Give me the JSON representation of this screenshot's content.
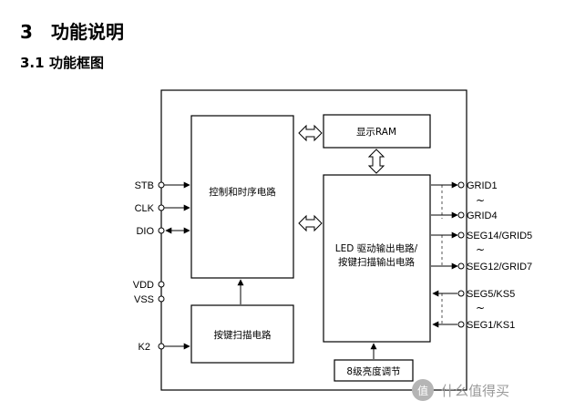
{
  "header": {
    "section_number": "3",
    "section_title": "功能说明",
    "subsection_number": "3.1",
    "subsection_title": "功能框图"
  },
  "diagram": {
    "blocks": {
      "control_timing": "控制和时序电路",
      "key_scan": "按键扫描电路",
      "display_ram": "显示RAM",
      "led_driver_line1": "LED 驱动输出电路/",
      "led_driver_line2": "按键扫描输出电路",
      "brightness": "8级亮度调节"
    },
    "left_pins": [
      "STB",
      "CLK",
      "DIO",
      "VDD",
      "VSS",
      "K2"
    ],
    "right_pins": [
      "GRID1",
      "GRID4",
      "SEG14/GRID5",
      "SEG12/GRID7",
      "SEG5/KS5",
      "SEG1/KS1"
    ],
    "ellipsis_mark": "~"
  },
  "watermark": {
    "logo_glyph": "值",
    "text": "什么值得买"
  }
}
